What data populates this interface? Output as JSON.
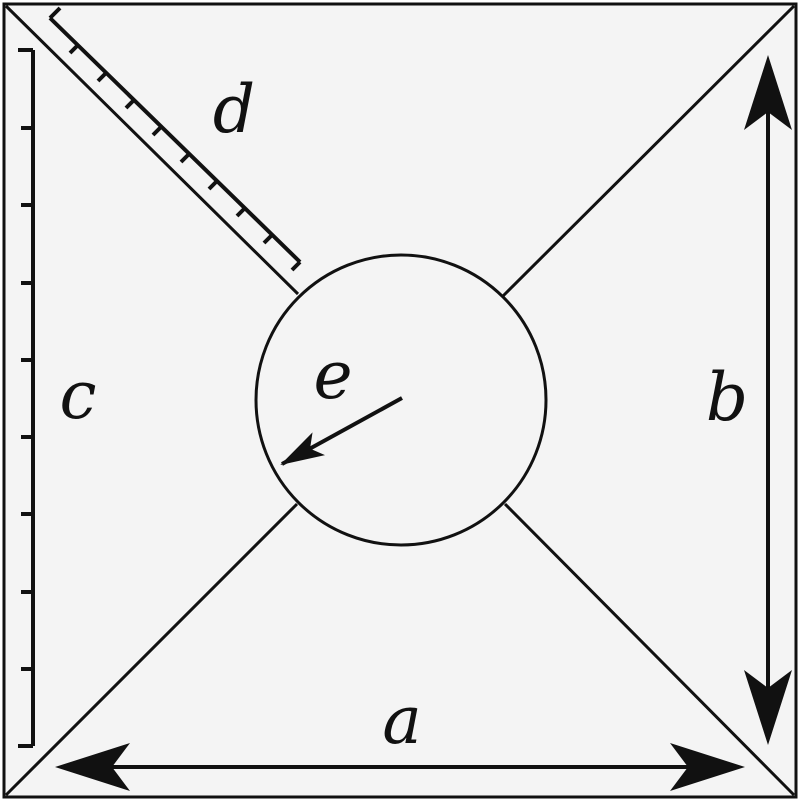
{
  "colors": {
    "background": "#f4f4f4",
    "stroke": "#111111"
  },
  "labels": {
    "a": "a",
    "b": "b",
    "c": "c",
    "d": "d",
    "e": "e"
  }
}
